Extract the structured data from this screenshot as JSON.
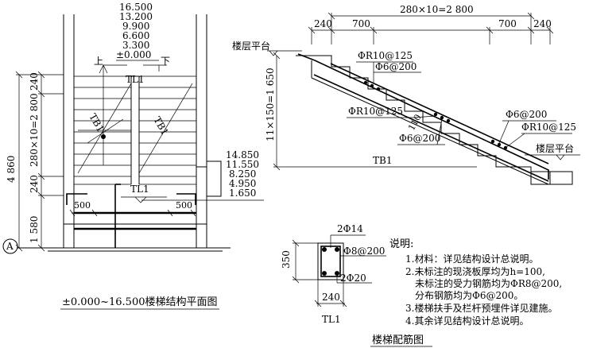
{
  "plan": {
    "elevations_top": [
      "16.500",
      "13.200",
      "9.900",
      "6.600",
      "3.300",
      "±0.000"
    ],
    "dir_up": "上",
    "dir_down": "下",
    "tl1_top": "TL1",
    "tl1_bottom": "TL1",
    "tb1_left": "TB1",
    "tb1_right": "TB1",
    "elevations_right": [
      "14.850",
      "11.550",
      "8.250",
      "4.950",
      "1.650"
    ],
    "dim_left_total": "4 860",
    "dim_left_parts": [
      "240",
      "280×10=2 800",
      "240",
      "1 580"
    ],
    "dim_500_left": "500",
    "dim_500_right": "500",
    "axis_label": "A",
    "title": "±0.000~16.500楼梯结构平面图"
  },
  "section": {
    "dim_top_total": "280×10=2 800",
    "dim_top_parts": [
      "240",
      "700",
      "700",
      "240"
    ],
    "landing_top": "楼层平台",
    "landing_bottom": "楼层平台",
    "dim_vertical": "11×150=1 650",
    "rebar_top_1": "ΦR10@125",
    "rebar_top_2": "Φ6@200",
    "rebar_mid_1": "ΦR10@125",
    "rebar_mid_2": "Φ6@200",
    "slab_thickness": "110",
    "rebar_right_1": "Φ6@200",
    "rebar_right_2": "ΦR10@125",
    "name": "TB1"
  },
  "beam": {
    "top_bar": "2Φ14",
    "stirrup": "Φ8@200",
    "bottom_bar": "2Φ20",
    "height": "350",
    "width": "240",
    "name": "TL1"
  },
  "notes": {
    "heading": "说明:",
    "lines": [
      "1.材料：详见结构设计总说明。",
      "2.未标注的现浇板厚均为h=100,",
      "未标注的受力钢筋均为ΦR8@200,",
      "分布钢筋均为Φ6@200。",
      "3.楼梯扶手及栏杆预埋件详见建施。",
      "4.其余详见结构设计总说明。"
    ]
  },
  "figure_title": "楼梯配筋图"
}
